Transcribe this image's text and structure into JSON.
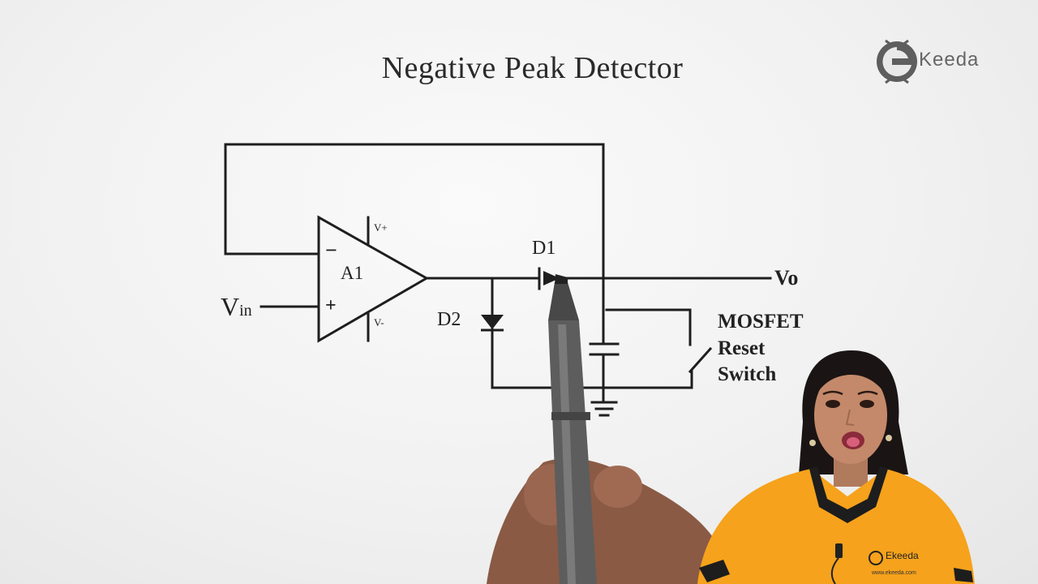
{
  "diagram": {
    "title": "Negative Peak Detector",
    "labels": {
      "vin_main": "V",
      "vin_sub": "in",
      "opamp_name": "A1",
      "minus": "−",
      "plus": "+",
      "vplus": "V+",
      "vminus": "V-",
      "d1": "D1",
      "d2": "D2",
      "vo": "Vo",
      "mosfet": "MOSFET",
      "reset": "Reset",
      "switch": "Switch"
    }
  },
  "branding": {
    "logo_text": "Keeda",
    "shirt_logo": "Ekeeda",
    "shirt_url": "www.ekeeda.com",
    "shirt_color": "#f6a21c",
    "collar_color": "#1d1d1d"
  }
}
